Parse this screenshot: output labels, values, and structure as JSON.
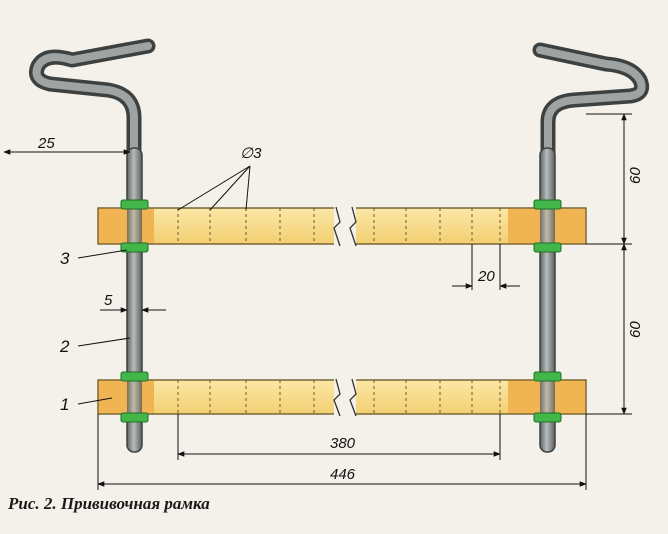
{
  "figure": {
    "caption": "Рис. 2. Прививочная рамка",
    "dimensions": {
      "d25": "25",
      "d3": "∅3",
      "d60_top": "60",
      "d60_bottom": "60",
      "d20": "20",
      "d5": "5",
      "d380": "380",
      "d446": "446"
    },
    "callouts": {
      "c1": "1",
      "c2": "2",
      "c3": "3"
    },
    "colors": {
      "wood": "#f7dc8e",
      "wood_end": "#f0b552",
      "rod": "#8e9493",
      "clip": "#43b649",
      "line": "#111111"
    }
  }
}
